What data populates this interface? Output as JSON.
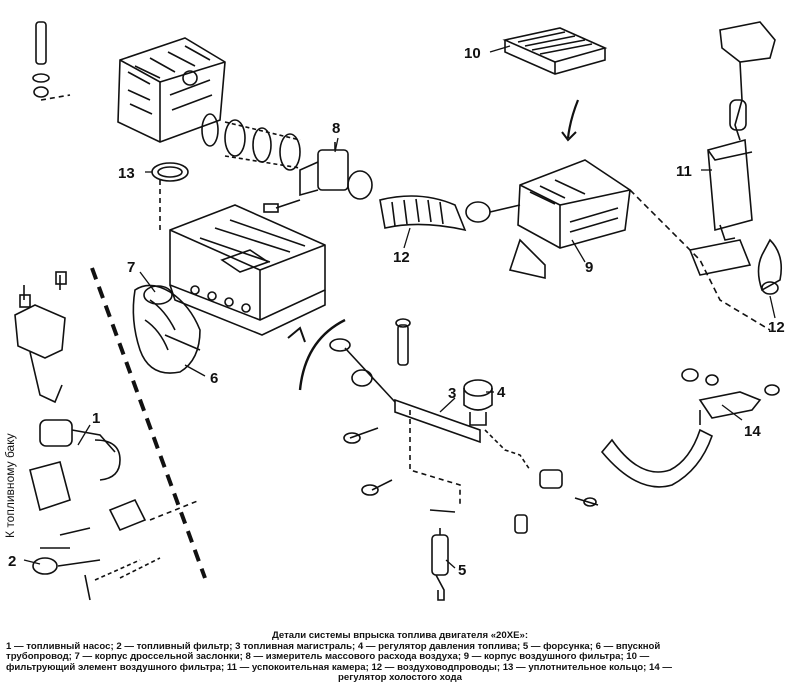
{
  "labels": {
    "l1": "1",
    "l2": "2",
    "l3": "3",
    "l4": "4",
    "l5": "5",
    "l6": "6",
    "l7": "7",
    "l8": "8",
    "l9": "9",
    "l10": "10",
    "l11": "11",
    "l12a": "12",
    "l12b": "12",
    "l13": "13",
    "l14": "14"
  },
  "side_text": "К топливному баку",
  "caption": {
    "title": "Детали системы впрыска топлива двигателя «20XE»:",
    "line1": "1 — топливный насос; 2 — топливный фильтр; 3  топливная магистраль; 4 — регулятор давления топлива; 5 — форсунка; 6 — впускной",
    "line2": "трубопровод; 7 — корпус дроссельной заслонки; 8 — измеритель массового расхода воздуха; 9 — корпус воздушного фильтра; 10 —",
    "line3": "фильтрующий элемент воздушного фильтра; 11 — успокоительная камера; 12 — воздуховодпроводы; 13 — уплотнительное кольцо; 14 —",
    "line4": "регулятор холостого хода"
  }
}
